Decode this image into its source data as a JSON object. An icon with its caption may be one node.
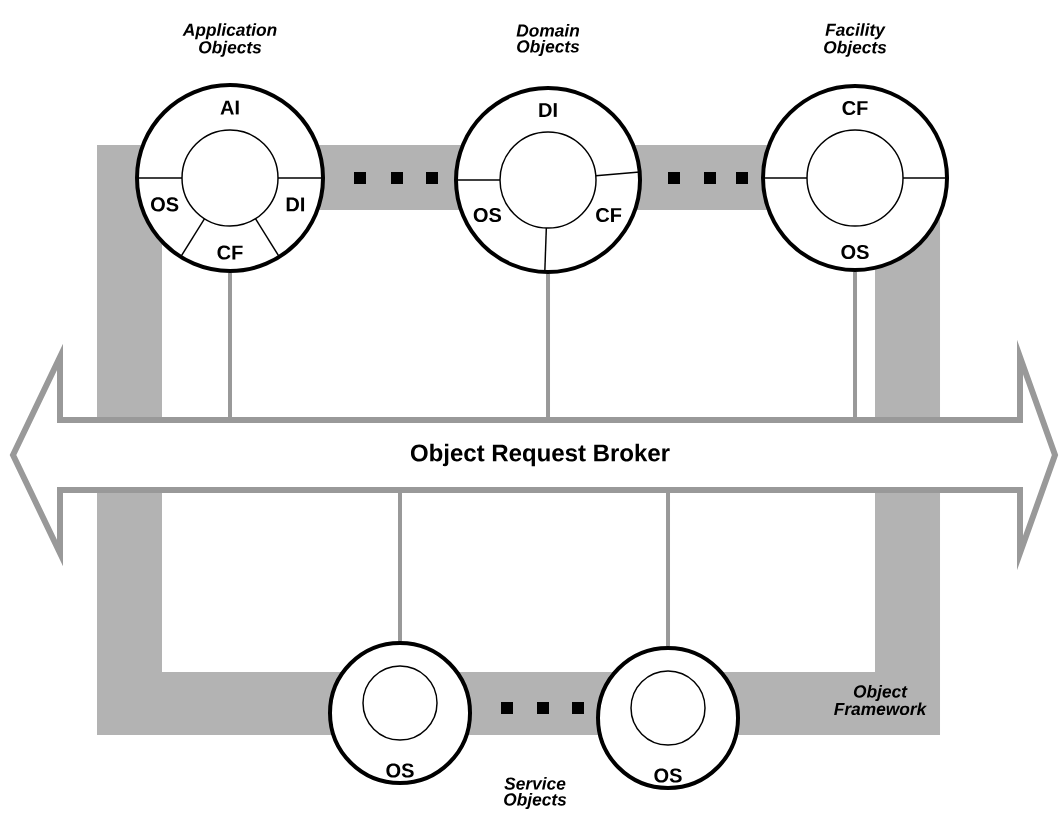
{
  "diagram": {
    "nodes": [
      {
        "text": [
          "Application Objects",
          "AI",
          "OS",
          "CF",
          "DI"
        ]
      },
      {
        "text": [
          "Domain Objects",
          "DI",
          "OS",
          "CF"
        ]
      },
      {
        "text": [
          "Facility Objects",
          "CF",
          "OS"
        ]
      },
      {
        "text": [
          "Object Request Broker"
        ]
      },
      {
        "text": [
          "OS"
        ]
      },
      {
        "text": [
          "OS"
        ]
      }
    ],
    "edges": [
      {
        "from": 0,
        "to": 3,
        "arrow": "none"
      },
      {
        "from": 1,
        "to": 3,
        "arrow": "none"
      },
      {
        "from": 2,
        "to": 3,
        "arrow": "none"
      },
      {
        "from": 3,
        "to": 4,
        "arrow": "none"
      },
      {
        "from": 3,
        "to": 5,
        "arrow": "none"
      }
    ],
    "labels": [
      "Service Objects",
      "Object Framework"
    ]
  }
}
